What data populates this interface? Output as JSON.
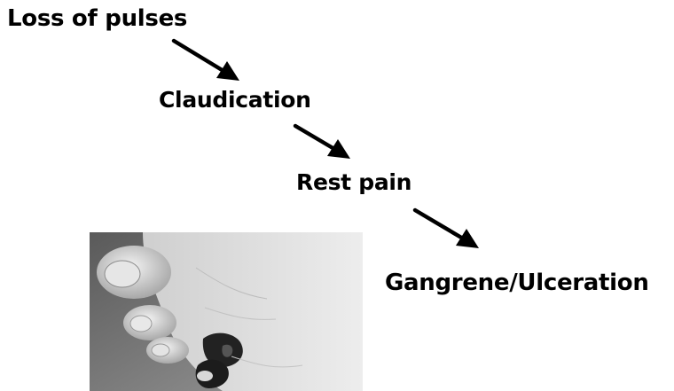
{
  "diagram": {
    "stages": [
      {
        "label": "Loss of pulses"
      },
      {
        "label": "Claudication"
      },
      {
        "label": "Rest pain"
      },
      {
        "label": "Gangrene/Ulceration"
      }
    ],
    "arrow_color": "#000000",
    "text_color": "#000000"
  },
  "photo": {
    "subject": "foot-with-gangrenous-toes"
  }
}
